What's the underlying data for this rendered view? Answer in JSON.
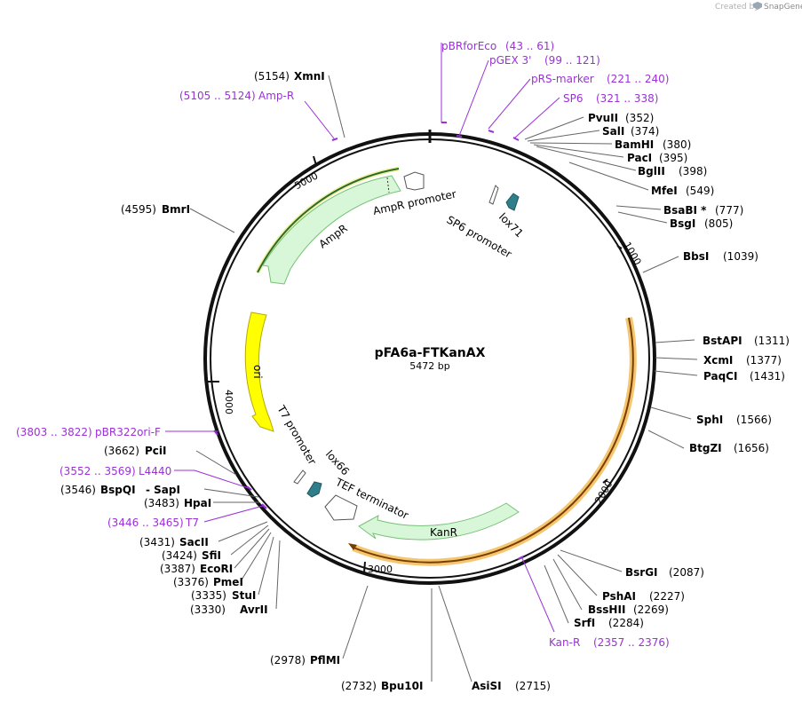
{
  "credit": {
    "prefix": "Created by",
    "brand": "SnapGene"
  },
  "plasmid": {
    "name": "pFA6a-FTKanAX",
    "size": "5472 bp"
  },
  "ticks": [
    "1000",
    "2000",
    "3000",
    "4000",
    "5000"
  ],
  "features": {
    "ampr": "AmpR",
    "ampr_promoter": "AmpR promoter",
    "ori": "ori",
    "t7_promoter": "T7 promoter",
    "lox66": "lox66",
    "tef_terminator": "TEF terminator",
    "kanr": "KanR",
    "sp6_promoter": "SP6 promoter",
    "lox71": "lox71"
  },
  "enzymes": [
    {
      "name": "XmnI",
      "pos": "(5154)"
    },
    {
      "name": "BmrI",
      "pos": "(4595)"
    },
    {
      "name": "PvuII",
      "pos": "(352)"
    },
    {
      "name": "SalI",
      "pos": "(374)"
    },
    {
      "name": "BamHI",
      "pos": "(380)"
    },
    {
      "name": "PacI",
      "pos": "(395)"
    },
    {
      "name": "BglII",
      "pos": "(398)"
    },
    {
      "name": "MfeI",
      "pos": "(549)"
    },
    {
      "name": "BsaBI *",
      "pos": "(777)"
    },
    {
      "name": "BsgI",
      "pos": "(805)"
    },
    {
      "name": "BbsI",
      "pos": "(1039)"
    },
    {
      "name": "BstAPI",
      "pos": "(1311)"
    },
    {
      "name": "XcmI",
      "pos": "(1377)"
    },
    {
      "name": "PaqCI",
      "pos": "(1431)"
    },
    {
      "name": "SphI",
      "pos": "(1566)"
    },
    {
      "name": "BtgZI",
      "pos": "(1656)"
    },
    {
      "name": "BsrGI",
      "pos": "(2087)"
    },
    {
      "name": "PshAI",
      "pos": "(2227)"
    },
    {
      "name": "BssHII",
      "pos": "(2269)"
    },
    {
      "name": "SrfI",
      "pos": "(2284)"
    },
    {
      "name": "AsiSI",
      "pos": "(2715)"
    },
    {
      "name": "Bpu10I",
      "pos": "(2732)"
    },
    {
      "name": "PflMI",
      "pos": "(2978)"
    },
    {
      "name": "AvrII",
      "pos": "(3330)"
    },
    {
      "name": "StuI",
      "pos": "(3335)"
    },
    {
      "name": "PmeI",
      "pos": "(3376)"
    },
    {
      "name": "EcoRI",
      "pos": "(3387)"
    },
    {
      "name": "SfiI",
      "pos": "(3424)"
    },
    {
      "name": "SacII",
      "pos": "(3431)"
    },
    {
      "name": "HpaI",
      "pos": "(3483)"
    },
    {
      "name": "BspQI",
      "pos": "(3546)",
      "extra": "- SapI"
    },
    {
      "name": "PciI",
      "pos": "(3662)"
    }
  ],
  "primers": [
    {
      "name": "pBRforEco",
      "range": "(43 .. 61)"
    },
    {
      "name": "pGEX 3'",
      "range": "(99 .. 121)"
    },
    {
      "name": "pRS-marker",
      "range": "(221 .. 240)"
    },
    {
      "name": "SP6",
      "range": "(321 .. 338)"
    },
    {
      "name": "Amp-R",
      "range": "(5105 .. 5124)"
    },
    {
      "name": "pBR322ori-F",
      "range": "(3803 .. 3822)"
    },
    {
      "name": "L4440",
      "range": "(3552 .. 3569)"
    },
    {
      "name": "T7",
      "range": "(3446 .. 3465)"
    },
    {
      "name": "Kan-R",
      "range": "(2357 .. 2376)"
    }
  ],
  "colors": {
    "backbone": "#111111",
    "primer": "#9b30d9",
    "ampr_fill": "#d8f7d8",
    "ampr_stroke": "#77c177",
    "ori_fill": "#ffff00",
    "ori_stroke": "#b8a800",
    "kan_highlight": "#f5c670",
    "lox_fill": "#2f7e8c",
    "promoter_fill": "#ffffff"
  }
}
